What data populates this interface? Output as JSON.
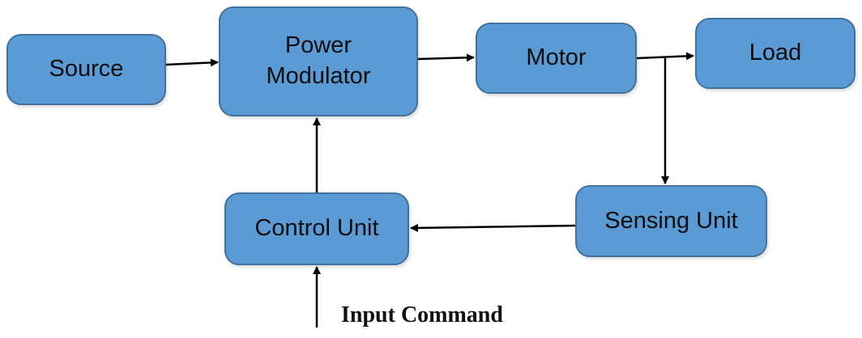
{
  "blocks": {
    "source": "Source",
    "power_modulator_line1": "Power",
    "power_modulator_line2": "Modulator",
    "motor": "Motor",
    "load": "Load",
    "control_unit": "Control Unit",
    "sensing_unit": "Sensing Unit"
  },
  "input_label": "Input Command",
  "colors": {
    "block_fill": "#5b9bd5",
    "block_border": "#41719c",
    "arrow": "#000000"
  }
}
